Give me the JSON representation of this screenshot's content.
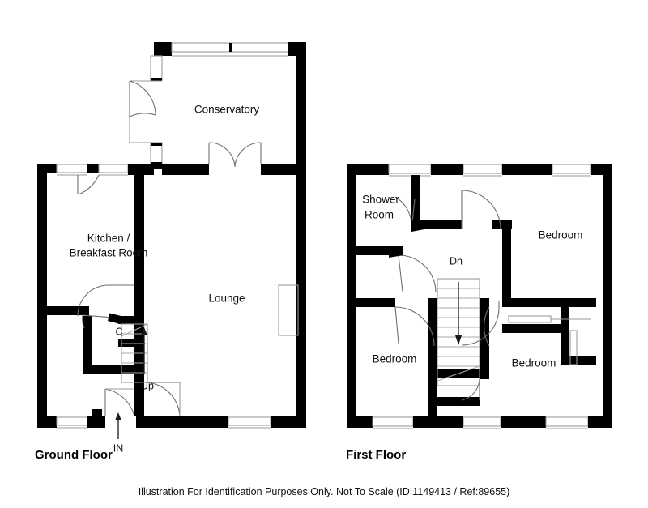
{
  "document": {
    "type": "property-floorplan",
    "footer_note": "Illustration For Identification Purposes Only. Not To Scale (ID:1149413 / Ref:89655)",
    "ink_color": "#000000",
    "paper_color": "#ffffff",
    "line_color": "#9a9a9a"
  },
  "floors": [
    {
      "id": "ground",
      "title": "Ground Floor",
      "rooms": [
        {
          "key": "conservatory",
          "label": "Conservatory"
        },
        {
          "key": "kitchen",
          "label": "Kitchen /"
        },
        {
          "key": "kitchen2",
          "label": "Breakfast Room"
        },
        {
          "key": "lounge",
          "label": "Lounge"
        }
      ],
      "markers": [
        {
          "key": "cupboard",
          "label": "C"
        },
        {
          "key": "stairs-up",
          "label": "Up"
        },
        {
          "key": "entrance",
          "label": "IN"
        }
      ]
    },
    {
      "id": "first",
      "title": "First Floor",
      "rooms": [
        {
          "key": "shower-room",
          "label": "Shower"
        },
        {
          "key": "shower-room2",
          "label": "Room"
        },
        {
          "key": "bedroom-top-right",
          "label": "Bedroom"
        },
        {
          "key": "bedroom-bottom-left",
          "label": "Bedroom"
        },
        {
          "key": "bedroom-bottom-right",
          "label": "Bedroom"
        }
      ],
      "markers": [
        {
          "key": "stairs-down",
          "label": "Dn"
        }
      ]
    }
  ]
}
